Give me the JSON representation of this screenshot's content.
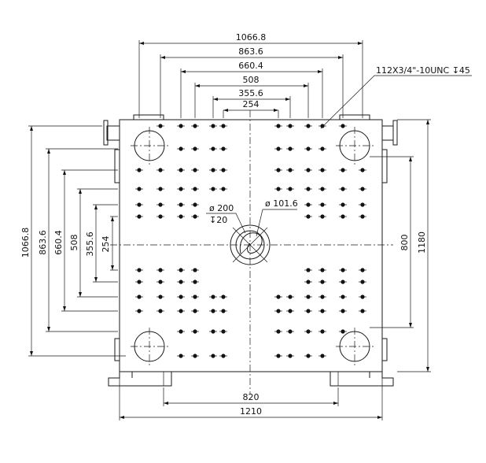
{
  "dimensions": {
    "top": [
      "1066.8",
      "863.6",
      "660.4",
      "508",
      "355.6",
      "254"
    ],
    "left": [
      "1066.8",
      "863.6",
      "660.4",
      "508",
      "355.6",
      "254"
    ],
    "bottom": [
      "820",
      "1210"
    ],
    "right": [
      "800",
      "1180"
    ]
  },
  "callouts": {
    "thread": "112X3/4\"-10UNC  ↧45",
    "center_bore": "ø 200",
    "center_depth": "↧20",
    "center_hole": "ø 101.6"
  }
}
